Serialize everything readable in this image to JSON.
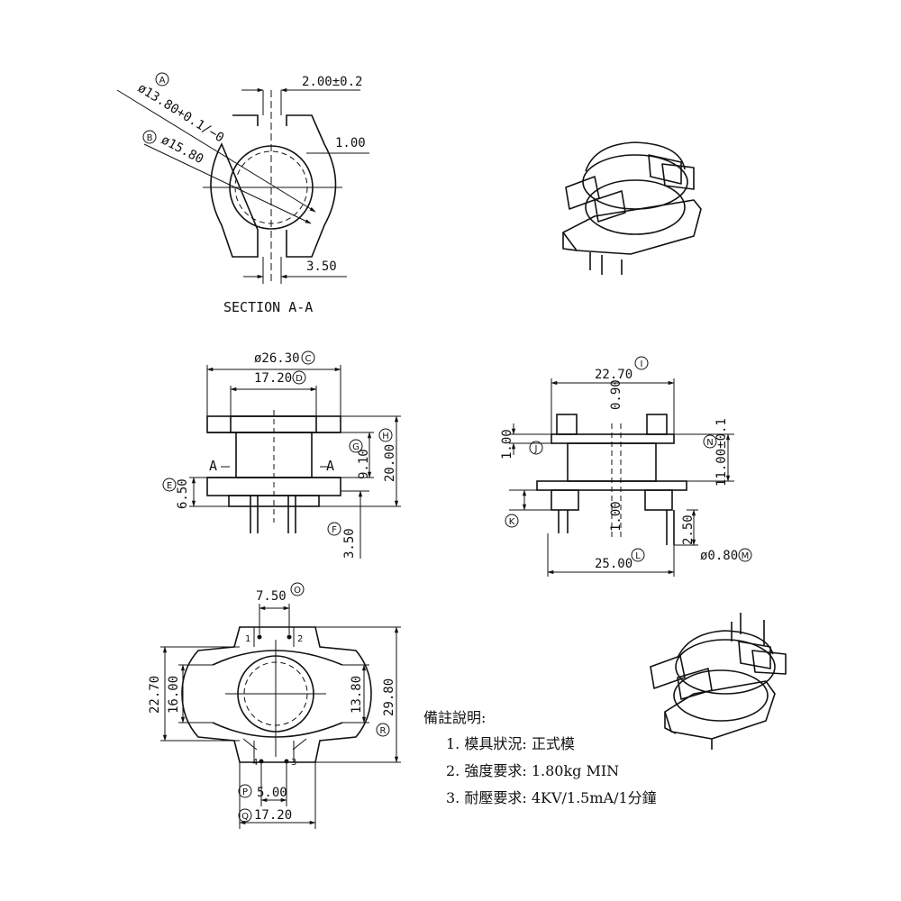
{
  "section_a": {
    "dim_slot": "2.00±0.2",
    "dim_inner_dia": "ø13.80+0.1/−0",
    "dim_outer_dia": "ø15.80",
    "dim_wall": "1.00",
    "dim_bottom": "3.50",
    "marker_a": "A",
    "marker_b": "B",
    "title": "SECTION A-A"
  },
  "front_view": {
    "dim_flange": "ø26.30",
    "marker_c": "C",
    "dim_core": "17.20",
    "marker_d": "D",
    "dim_g": "9.10",
    "marker_g": "G",
    "dim_h": "20.00",
    "marker_h": "H",
    "dim_e": "6.50",
    "marker_e": "E",
    "dim_f": "3.50",
    "marker_f": "F",
    "section_mark": "A"
  },
  "side_view": {
    "dim_i": "22.70",
    "marker_i": "I",
    "dim_top": "0.90",
    "dim_j": "1.00",
    "marker_j": "J",
    "dim_n": "11.00±0.1",
    "marker_n": "N",
    "dim_k": "1.00",
    "marker_k": "K",
    "dim_pin_len": "2.50",
    "dim_l": "25.00",
    "marker_l": "L",
    "dim_m": "ø0.80",
    "marker_m": "M"
  },
  "bottom_view": {
    "dim_o": "7.50",
    "marker_o": "O",
    "dim_left_outer": "22.70",
    "dim_left_inner": "16.00",
    "dim_right_inner": "13.80",
    "dim_right_outer": "29.80",
    "marker_r": "R",
    "pin1": "1",
    "pin2": "2",
    "pin3": "3",
    "pin4": "4",
    "dim_p": "5.00",
    "marker_p": "P",
    "dim_q": "17.20",
    "marker_q": "Q"
  },
  "notes": {
    "heading": "備註說明:",
    "line1": "1. 模具狀況: 正式模",
    "line2": "2. 強度要求: 1.80kg MIN",
    "line3": "3. 耐壓要求: 4KV/1.5mA/1分鐘"
  }
}
